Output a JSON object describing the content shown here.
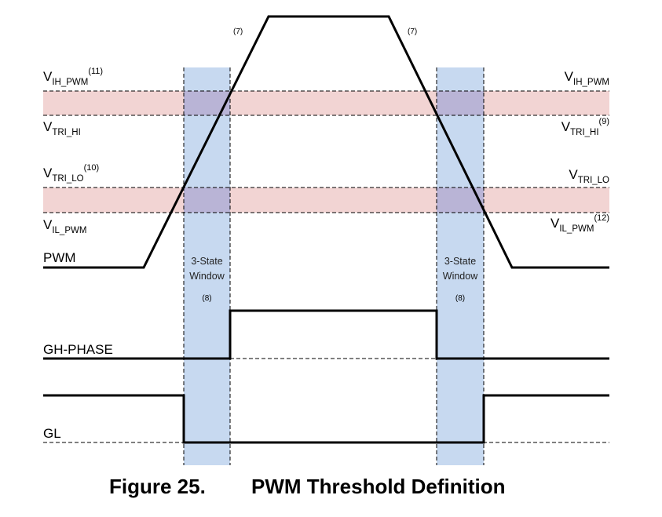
{
  "colors": {
    "threshold_band": "#f2d4d3",
    "window_band": "#c7d9f0",
    "overlap": "#b9b4d6",
    "signal": "#000000"
  },
  "left_labels": {
    "vih": {
      "main": "V",
      "sub": "IH_PWM",
      "note": "(11)"
    },
    "vtri_hi": {
      "main": "V",
      "sub": "TRI_HI"
    },
    "vtri_lo": {
      "main": "V",
      "sub": "TRI_LO",
      "note": "(10)"
    },
    "vil": {
      "main": "V",
      "sub": "IL_PWM"
    }
  },
  "right_labels": {
    "vih": {
      "main": "V",
      "sub": "IH_PWM"
    },
    "vtri_hi": {
      "main": "V",
      "sub": "TRI_HI",
      "note": "(9)"
    },
    "vtri_lo": {
      "main": "V",
      "sub": "TRI_LO"
    },
    "vil": {
      "main": "V",
      "sub": "IL_PWM",
      "note": "(12)"
    }
  },
  "edge_notes": {
    "rise": "(7)",
    "fall": "(7)"
  },
  "signals": {
    "pwm": "PWM",
    "gh_phase": "GH-PHASE",
    "gl": "GL"
  },
  "windows": [
    {
      "line1": "3-State",
      "line2": "Window",
      "note": "(8)"
    },
    {
      "line1": "3-State",
      "line2": "Window",
      "note": "(8)"
    }
  ],
  "caption": {
    "number": "Figure 25.",
    "title": "PWM Threshold Definition"
  }
}
